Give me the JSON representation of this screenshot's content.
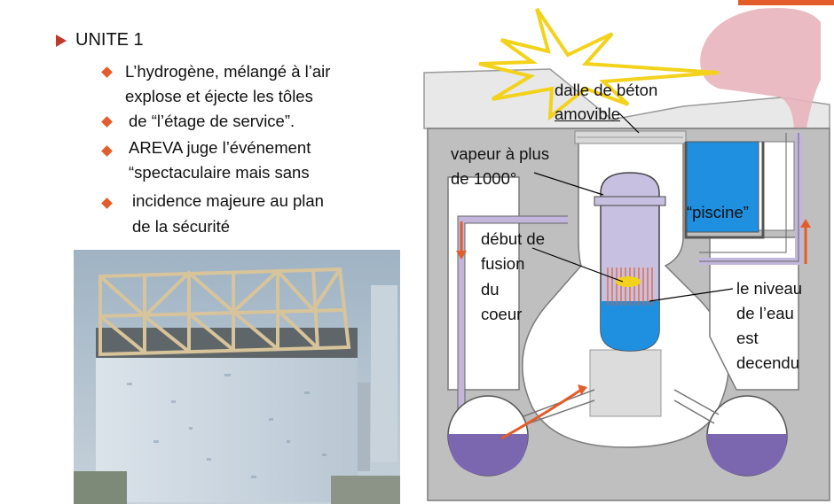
{
  "slide": {
    "heading": "UNITE   1",
    "bullets": [
      "L’hydrogène, mélangé à l’air",
      "explose et éjecte les tôles",
      "de “l’étage de service”.",
      "AREVA juge l’événement",
      "“spectaculaire mais sans",
      "incidence majeure au plan",
      "de la sécurité"
    ],
    "photo_icon": "damaged-reactor-building-photo"
  },
  "diagram": {
    "labels": {
      "slab": [
        "dalle de béton",
        "amovible"
      ],
      "steam": [
        "vapeur à plus",
        "de 1000°"
      ],
      "pool": "“piscine”",
      "melt": [
        "début de",
        "fusion",
        "du",
        "coeur"
      ],
      "water": [
        "le niveau",
        "de l’eau",
        "est",
        "decendu"
      ]
    },
    "colors": {
      "accent": "#c0392b",
      "concrete": "#bdbdbd",
      "water": "#1f8fe0",
      "vessel": "#c8c0e0",
      "plume": "#e8b4bc"
    }
  }
}
